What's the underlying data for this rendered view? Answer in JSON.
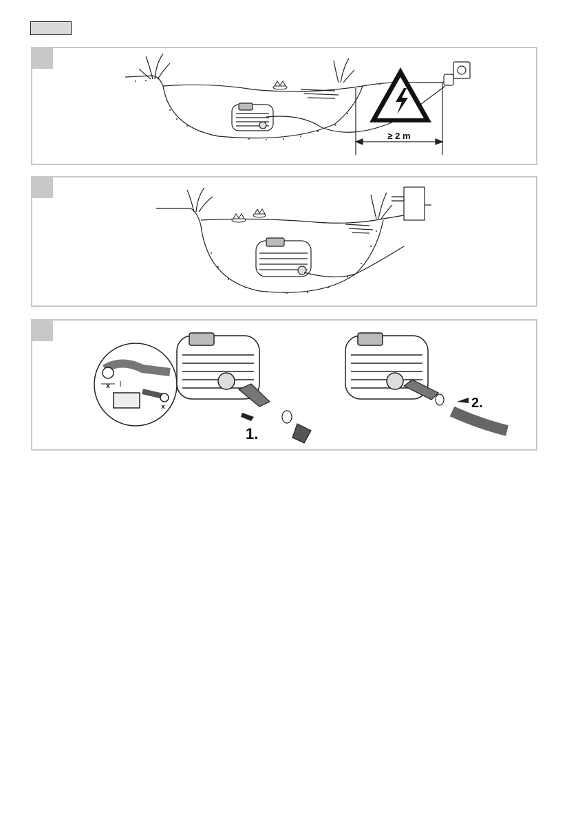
{
  "header": {
    "language_tab_color": "#d9d9d9"
  },
  "panel_tab_color": "#c8c8c8",
  "panel1": {
    "distance_label": "≥ 2 m",
    "warning_icon": "electric-shock-warning-icon"
  },
  "panel3": {
    "step1_label": "1.",
    "step2_label": "2.",
    "dimension_label_hose": "x",
    "dimension_label_fitting": "x"
  }
}
